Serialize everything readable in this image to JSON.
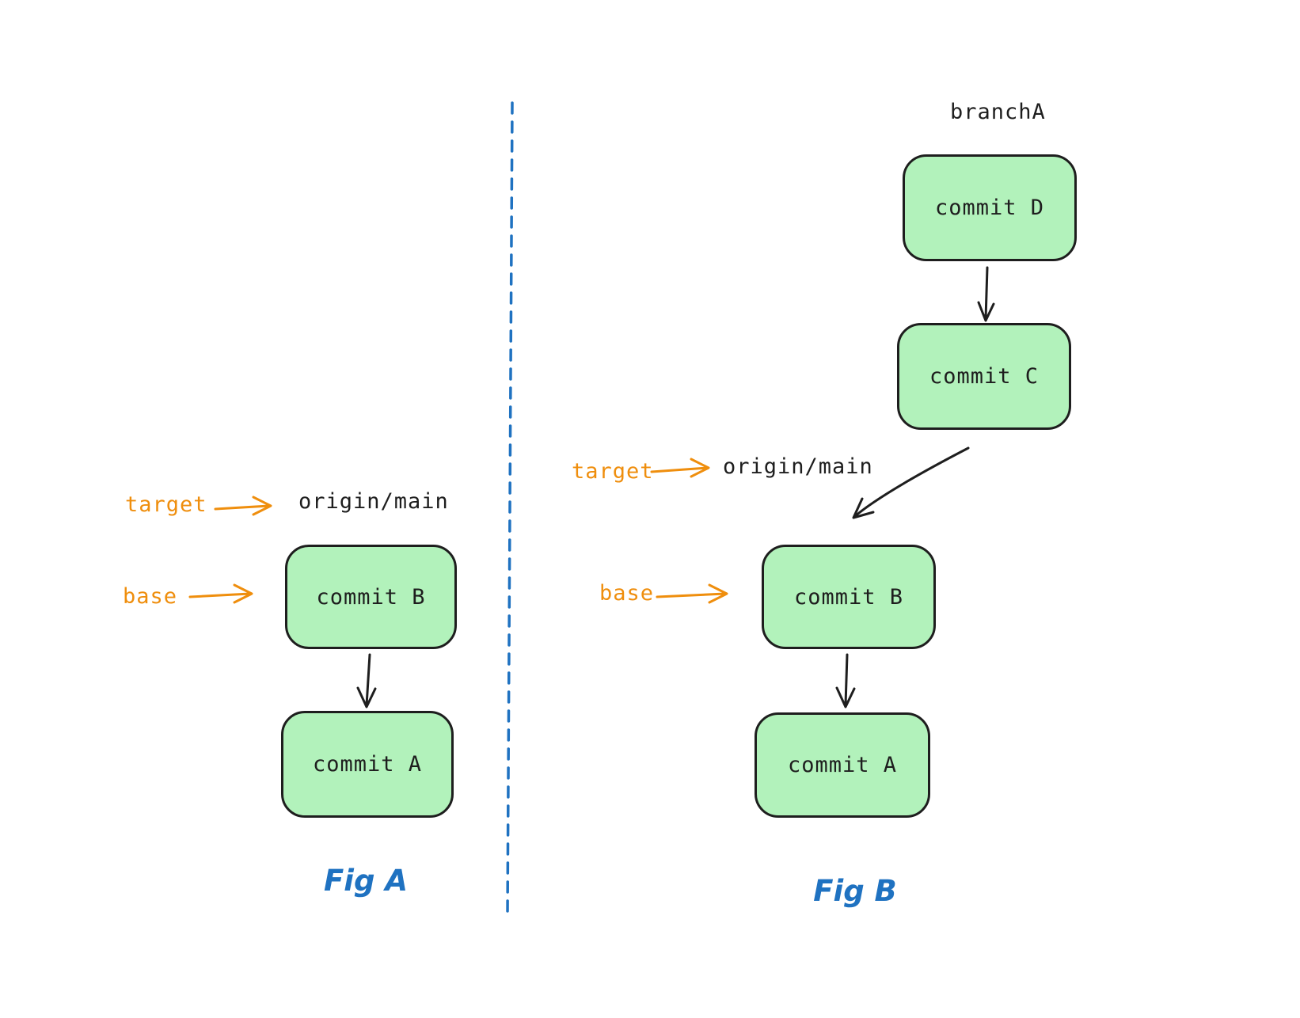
{
  "colors": {
    "background": "#ffffff",
    "box_fill": "#b2f2bb",
    "ink": "#1e1e1e",
    "accent_orange": "#ef8e0d",
    "accent_blue": "#1f72c1"
  },
  "fig_a": {
    "caption": "Fig A",
    "pointers": {
      "target": {
        "label": "target",
        "ref": "origin/main"
      },
      "base": {
        "label": "base"
      }
    },
    "commits": [
      {
        "label": "commit B"
      },
      {
        "label": "commit A"
      }
    ]
  },
  "fig_b": {
    "caption": "Fig B",
    "branch_label": "branchA",
    "pointers": {
      "target": {
        "label": "target",
        "ref": "origin/main"
      },
      "base": {
        "label": "base"
      }
    },
    "commits": [
      {
        "label": "commit D"
      },
      {
        "label": "commit C"
      },
      {
        "label": "commit B"
      },
      {
        "label": "commit A"
      }
    ]
  }
}
